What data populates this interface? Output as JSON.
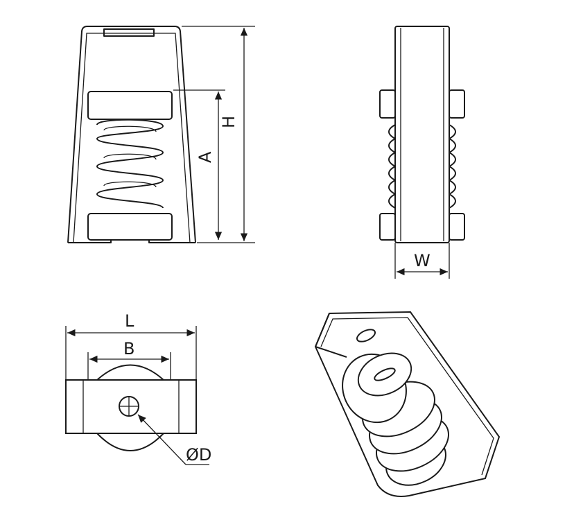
{
  "diagram": {
    "front_view": {
      "dim_height": "H",
      "dim_spring_height": "A"
    },
    "side_view": {
      "dim_width": "W"
    },
    "bottom_view": {
      "dim_length": "L",
      "dim_bolt_spacing": "B",
      "dim_hole": "ØD"
    },
    "isometric_view": {}
  }
}
